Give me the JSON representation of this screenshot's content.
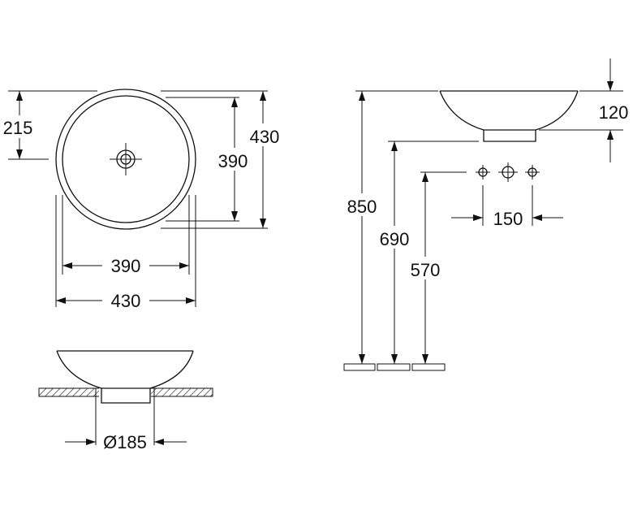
{
  "dimensions": {
    "offset_215": "215",
    "height_430": "430",
    "inner_390_vertical": "390",
    "inner_390_horizontal": "390",
    "outer_430_horizontal": "430",
    "drain_diameter": "Ø185",
    "bowl_height": "120",
    "overall_850": "850",
    "height_690": "690",
    "height_570": "570",
    "tap_spacing": "150"
  }
}
